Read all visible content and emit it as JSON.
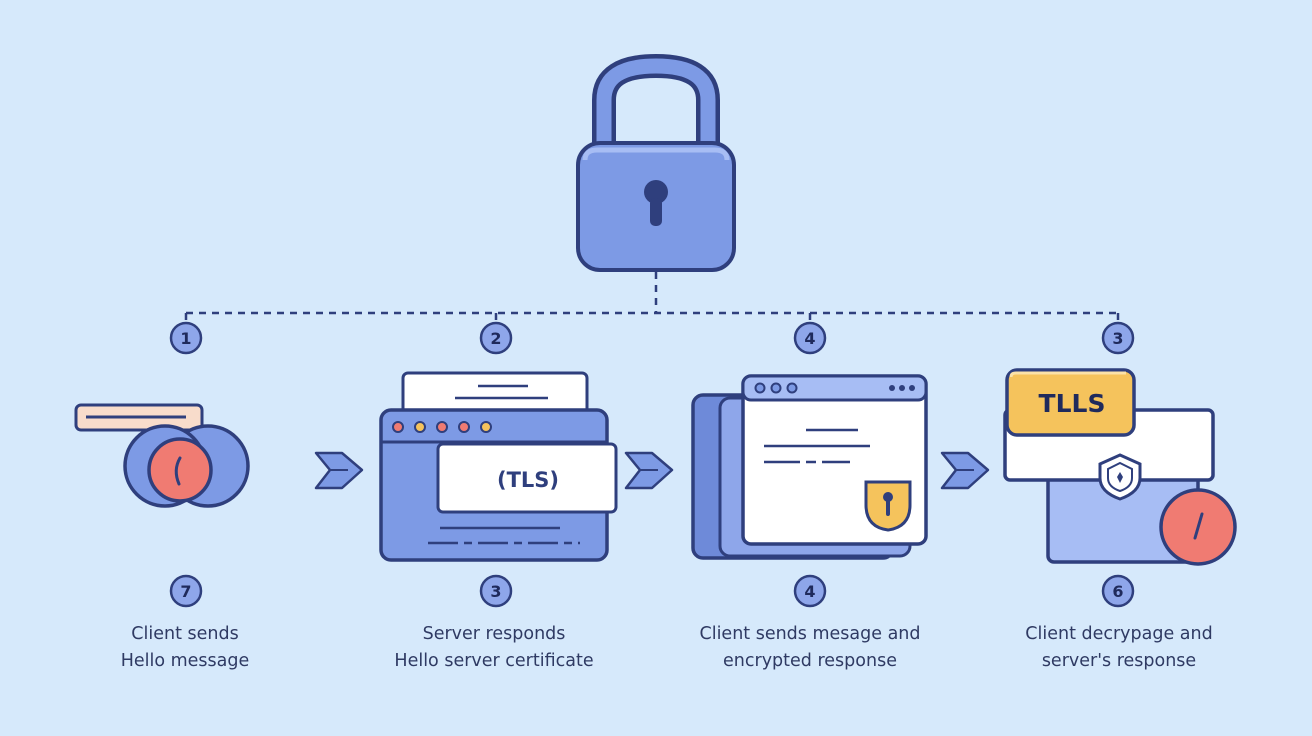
{
  "steps": [
    {
      "top_badge": "1",
      "bottom_badge": "7",
      "caption_line1": "Client sends",
      "caption_line2": "Hello message"
    },
    {
      "top_badge": "2",
      "bottom_badge": "3",
      "caption_line1": "Server responds",
      "caption_line2": "Hello server certificate",
      "window_label": "(TLS)"
    },
    {
      "top_badge": "4",
      "bottom_badge": "4",
      "caption_line1": "Client sends mesage and",
      "caption_line2": "encrypted response"
    },
    {
      "top_badge": "3",
      "bottom_badge": "6",
      "caption_line1": "Client decrypage and",
      "caption_line2": "server's response",
      "card_label": "TLLS"
    }
  ],
  "colors": {
    "background": "#d6e9fb",
    "outline": "#2f3f7d",
    "primary_blue": "#7d9ae5",
    "light_blue": "#a7bdf4",
    "red": "#f07b72",
    "yellow": "#f5c35c",
    "peach": "#f8dccb",
    "white": "#ffffff"
  },
  "icons": [
    "padlock-icon",
    "hello-bubble-icon",
    "certificate-window-icon",
    "encrypted-message-window-icon",
    "shield-icon",
    "arrow-right-icon"
  ]
}
